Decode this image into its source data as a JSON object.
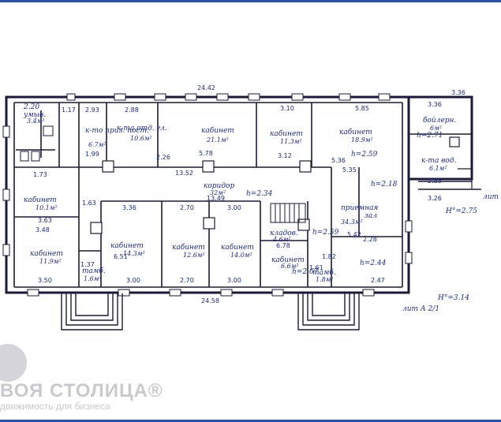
{
  "overall_dims": {
    "top": "24.42",
    "bottom": "24.58",
    "right_block_top": "3.36"
  },
  "rooms": {
    "wc": {
      "name": "умыв.",
      "area": "3.4м²",
      "dim": "2.20"
    },
    "hall_small": {
      "name": "к-то приз. пост.",
      "area": "6.7м²"
    },
    "office_mgr": {
      "name": "к-та отд. гл.",
      "area": "10.6м²"
    },
    "cabinet_big": {
      "name": "кабинет",
      "area": "21.1м²"
    },
    "cabinet_1": {
      "name": "кабинет",
      "area": "11.3м²"
    },
    "cabinet_2": {
      "name": "кабинет",
      "area": "18.9м²"
    },
    "boiler": {
      "name": "бойлерн.",
      "area": "6м²"
    },
    "water": {
      "name": "к-та вод.",
      "area": "6.1м²"
    },
    "cabinet_left_a": {
      "name": "кабинет",
      "area": "10.1м²"
    },
    "cabinet_left_b": {
      "name": "кабинет",
      "area": "11.9м²"
    },
    "corridor": {
      "name": "коридор",
      "area": "32м²"
    },
    "cabinet_c": {
      "name": "кабинет",
      "area": "14.3м²"
    },
    "cabinet_d": {
      "name": "кабинет",
      "area": "12.6м²"
    },
    "cabinet_e": {
      "name": "кабинет",
      "area": "14.0м²"
    },
    "storage": {
      "name": "кладов.",
      "area": "4.6м²"
    },
    "cabinet_f": {
      "name": "кабинет",
      "area": "6.6м²"
    },
    "tambur_left": {
      "name": "тамб.",
      "area": "1.6м²"
    },
    "tambur_right": {
      "name": "тамб.",
      "area": "1.8м²"
    },
    "reception": {
      "name": "приемная",
      "subname": "зал",
      "area": "34.3м²"
    }
  },
  "heights": {
    "h1": "h=2.59",
    "h2": "h=2.18",
    "h3": "h=2.34",
    "h4": "h=2.59",
    "h5": "h=2.67",
    "h6": "h=2.44",
    "h7": "h=2.71"
  },
  "notes": {
    "h_total": "H°=2.75",
    "h_main": "H°=3.14",
    "lit_a": "лит А",
    "lit_a_fraction": "лит А 2/1"
  },
  "dims": {
    "d117": "1.17",
    "d293": "2.93",
    "d288": "2.88",
    "d310": "3.10",
    "d585": "5.85",
    "d336": "3.36",
    "d578": "5.78",
    "d1352": "13.52",
    "d1349": "13.49",
    "d226": "2.26",
    "d199": "1.99",
    "d312": "3.12",
    "d536": "5.36",
    "d535": "5.35",
    "d255": "2.55",
    "d326": "3.26",
    "d173": "1.73",
    "d363": "3.63",
    "d348": "3.48",
    "d336b": "3.36",
    "d270": "2.70",
    "d300": "3.00",
    "d350": "3.50",
    "d300b": "3.00",
    "d270b": "2.70",
    "d300c": "3.00",
    "d247": "2.47",
    "d542": "5.42",
    "d678": "6.78",
    "d163": "1.63",
    "d651": "6.51",
    "d137": "1.37",
    "d182": "1.82",
    "d161": "1.61",
    "d228": "2.28"
  },
  "watermark": {
    "title": "ВОЯ СТОЛИЦА®",
    "subtitle": "движимость для бизнеса"
  }
}
